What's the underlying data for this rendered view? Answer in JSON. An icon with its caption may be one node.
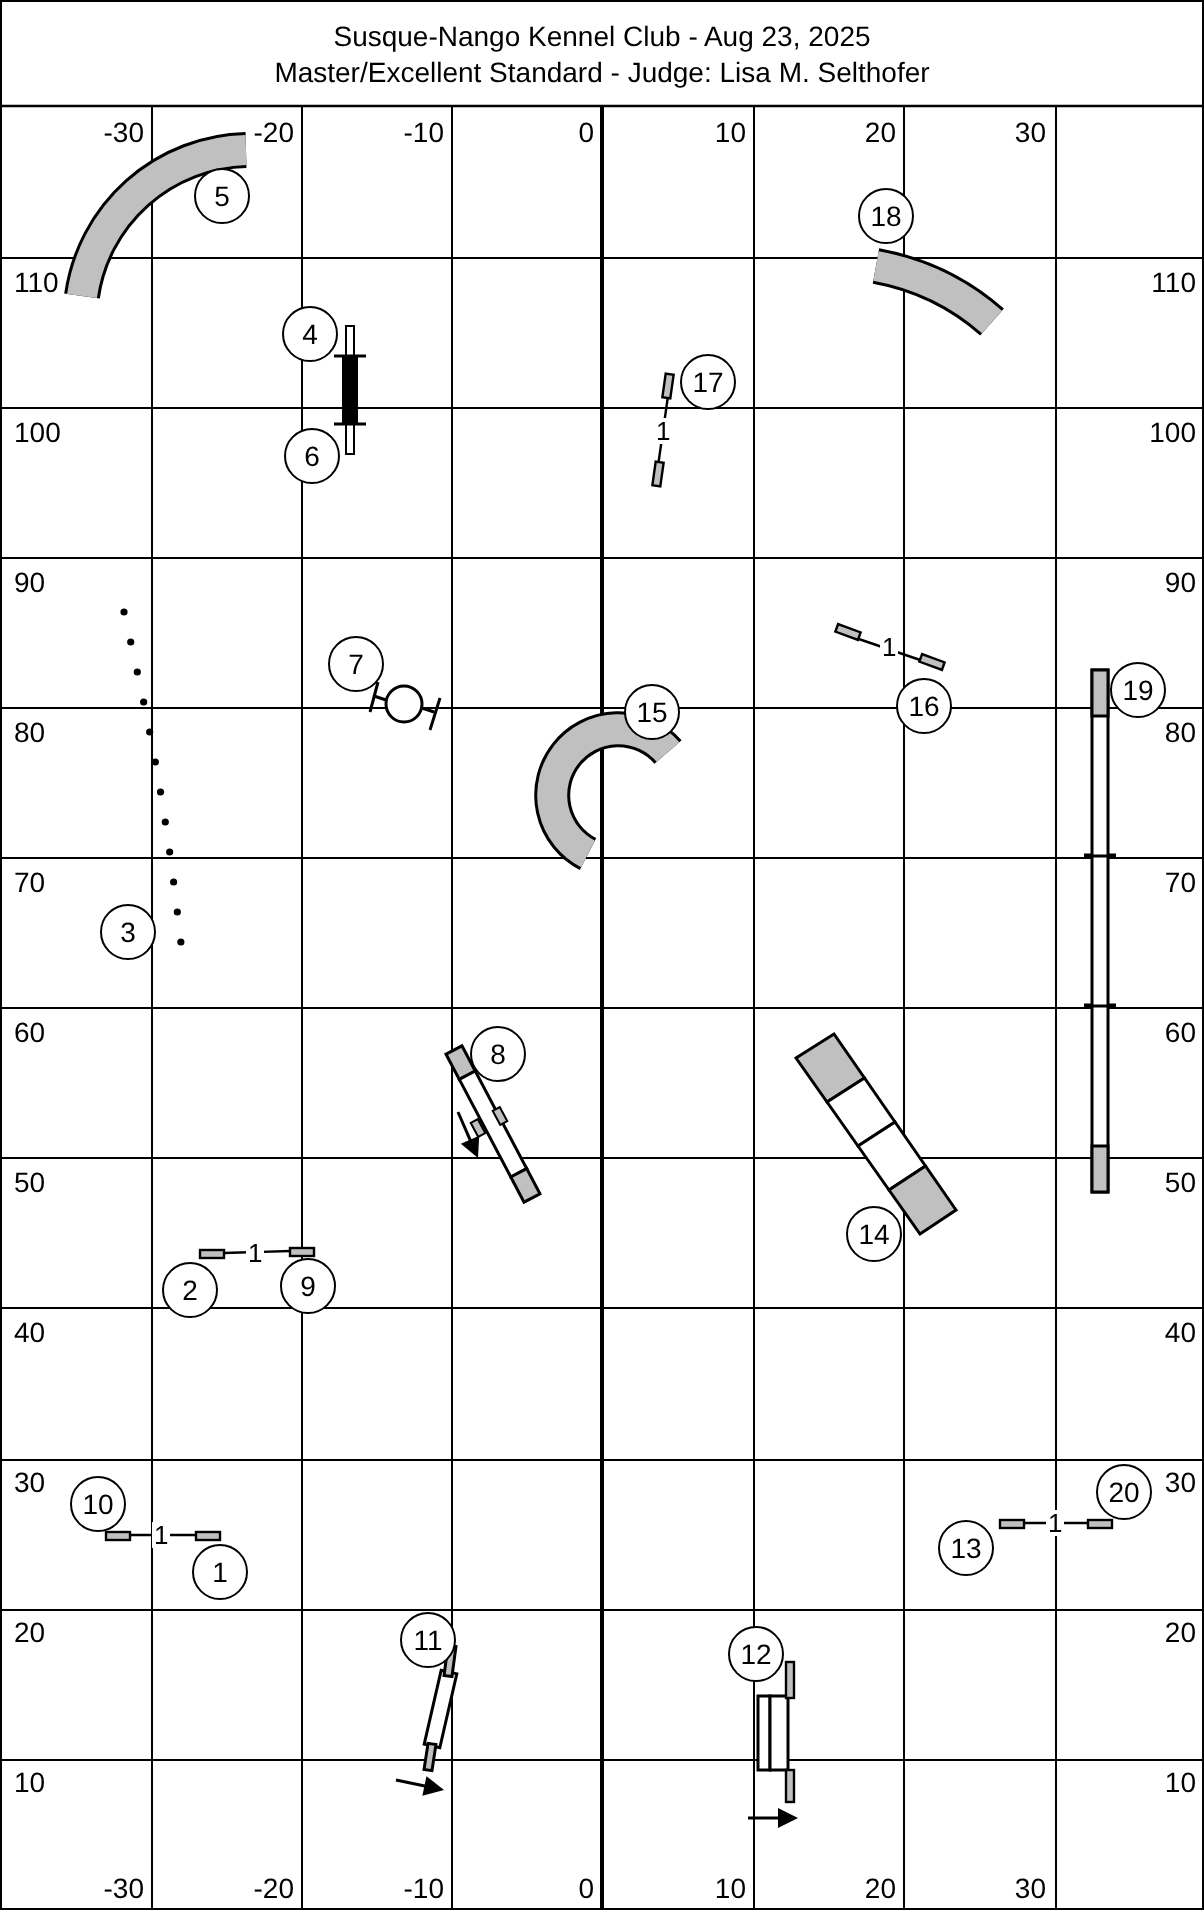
{
  "diagram": {
    "title": "Susque-Nango Kennel Club - Aug 23, 2025",
    "labels": [
      "Master/Excellent Standard - Judge: Lisa M. Selthofer",
      "-30",
      "-20",
      "-10",
      "0",
      "10",
      "20",
      "30",
      "5",
      "18",
      "110",
      "110",
      "4",
      "17",
      "100",
      "1",
      "100",
      "6",
      "90",
      "90",
      "1",
      "7",
      "19",
      "15",
      "16",
      "80",
      "80",
      "70",
      "70",
      "3",
      "8",
      "60",
      "60",
      "50",
      "50",
      "14",
      "1",
      "2",
      "9",
      "40",
      "40",
      "30",
      "30",
      "20",
      "10",
      "1",
      "1",
      "13",
      "1",
      "20",
      "11",
      "12",
      "20",
      "10",
      "10",
      "-30",
      "-20",
      "-10",
      "0",
      "10",
      "20",
      "30"
    ]
  }
}
